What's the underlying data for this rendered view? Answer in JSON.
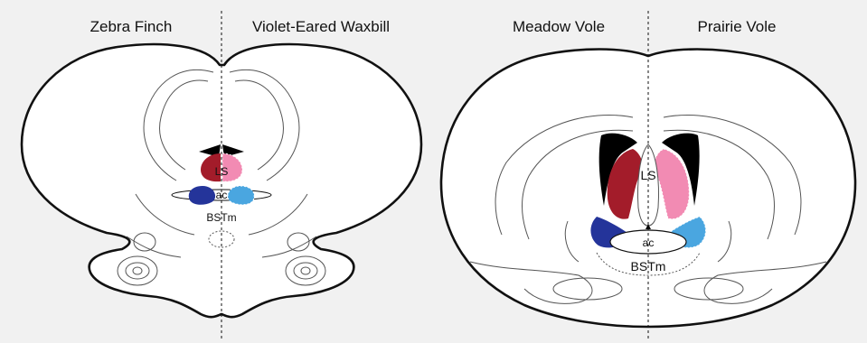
{
  "panels": {
    "birds": {
      "left_species": "Zebra Finch",
      "right_species": "Violet-Eared Waxbill",
      "regions": {
        "ls": "LS",
        "ac": "ac",
        "bstm": "BSTm"
      }
    },
    "voles": {
      "left_species": "Meadow Vole",
      "right_species": "Prairie Vole",
      "regions": {
        "ls": "LS",
        "ac": "ac",
        "bstm": "BSTm"
      }
    }
  },
  "colors": {
    "left_ls": "#a31c2a",
    "right_ls": "#f28bb3",
    "left_bstm": "#24349a",
    "right_bstm": "#4aa6e0",
    "ventricle": "#000000",
    "background": "#f1f1f1"
  }
}
